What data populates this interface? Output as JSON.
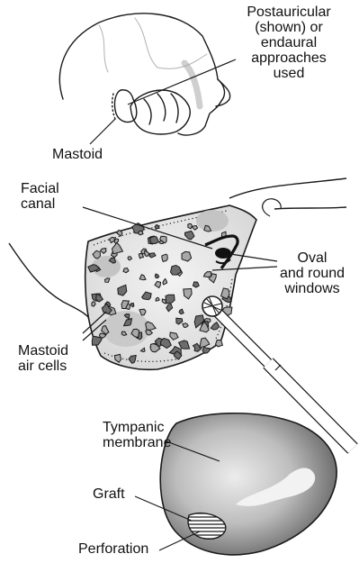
{
  "labels": {
    "approach": [
      "Postauricular",
      "(shown) or",
      "endaural",
      "approaches",
      "used"
    ],
    "mastoid": "Mastoid",
    "facial_canal": [
      "Facial",
      "canal"
    ],
    "windows": [
      "Oval",
      "and round",
      "windows"
    ],
    "air_cells": [
      "Mastoid",
      "air cells"
    ],
    "tympanic": [
      "Tympanic",
      "membrane"
    ],
    "graft": "Graft",
    "perforation": "Perforation"
  },
  "colors": {
    "line": "#1a1a1a",
    "bone_fill": "#e9e9e9",
    "cell_fill": "#8a8a8a",
    "membrane_outer": "#6f6f6f",
    "membrane_inner": "#cfcfcf"
  }
}
